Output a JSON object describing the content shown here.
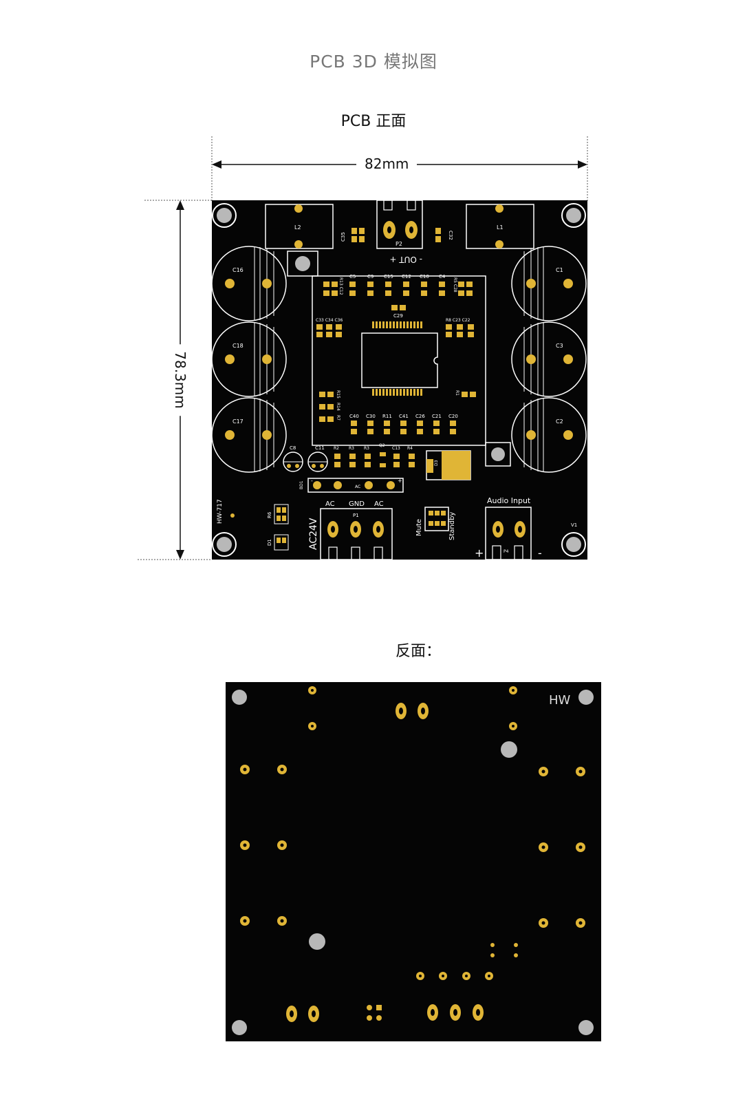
{
  "titles": {
    "main": "PCB 3D 模拟图",
    "front": "PCB 正面",
    "back": "反面："
  },
  "dimensions": {
    "width": "82mm",
    "height": "78.3mm"
  },
  "front_board": {
    "model": "HW-717",
    "inductors": [
      "L2",
      "L1"
    ],
    "caps_left": [
      "C16",
      "C18",
      "C17"
    ],
    "caps_right": [
      "C1",
      "C3",
      "C2"
    ],
    "out_connector": "P2",
    "out_label": "-  OUT  +",
    "c35": "C35",
    "c32": "C32",
    "top_labels": [
      "C5",
      "C9",
      "C15",
      "C12",
      "C10",
      "C4"
    ],
    "r13_c12": "R13 C12",
    "r5_c28": "R5 C28",
    "c29": "C29",
    "left_caps_mid": "C33 C34 C36",
    "right_caps_mid": "R8 C23 C22",
    "r15": "R15",
    "r14": "R14",
    "r7": "R7",
    "r1": "R1",
    "bottom_labels": [
      "C40",
      "C30",
      "R11",
      "C41",
      "C26",
      "C21",
      "C20"
    ],
    "c8": "C8",
    "c11": "C11",
    "row_labels": [
      "R2",
      "R3",
      "R3",
      "Q2",
      "C13",
      "R4"
    ],
    "d3": "D3",
    "bd1": "BD1",
    "ac_bar_label": "AC",
    "minus": "-",
    "plus": "+",
    "ac_header": [
      "AC",
      "GND",
      "AC"
    ],
    "p1": "P1",
    "ac24v": "AC24V",
    "mute": "Mute",
    "standby": "Standby",
    "audio_input": "Audio Input",
    "p4": "P4",
    "v1": "V1",
    "r6": "R6",
    "d1": "D1"
  },
  "back_board": {
    "hw": "HW"
  },
  "colors": {
    "board": "#050505",
    "pad": "#e0b536",
    "silk": "#ffffff",
    "hole": "#b8b8b8"
  }
}
